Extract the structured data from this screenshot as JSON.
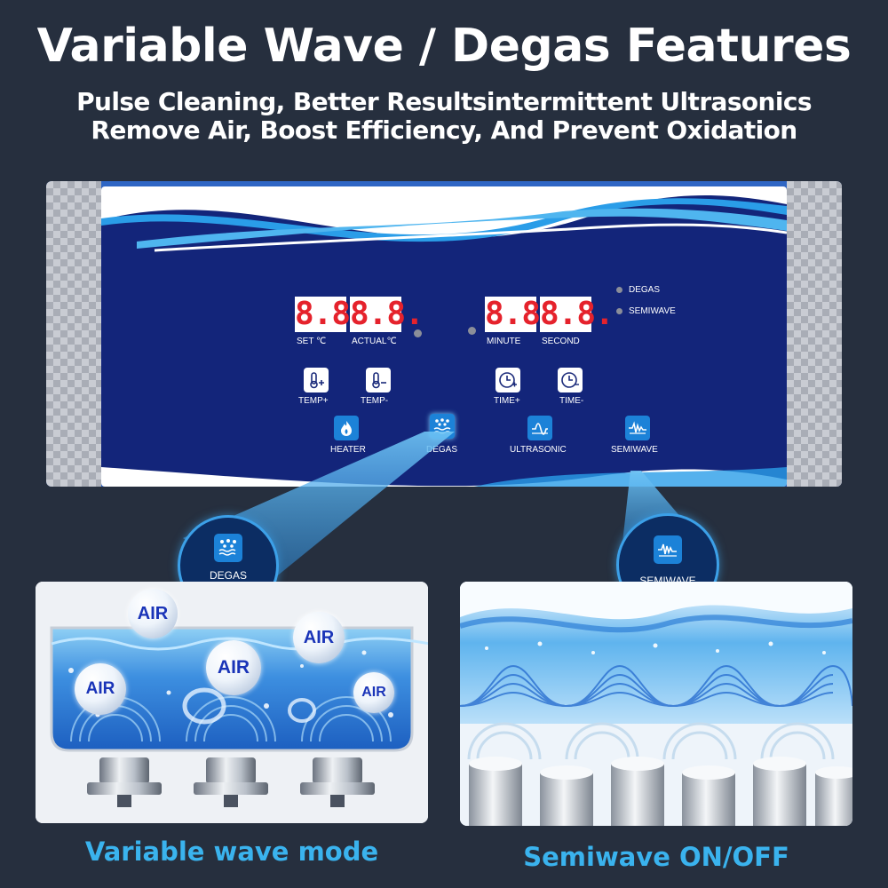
{
  "header": {
    "title": "Variable Wave / Degas Features",
    "subtitle_line1": "Pulse Cleaning, Better Resultsintermittent Ultrasonics",
    "subtitle_line2": "Remove Air, Boost Efficiency, And Prevent Oxidation"
  },
  "panel": {
    "display_temp_set": "8.8.",
    "display_temp_actual": "8.8.",
    "display_minute": "8.8.",
    "display_second": "8.8.",
    "label_set": "SET ℃",
    "label_actual": "ACTUAL℃",
    "label_minute": "MINUTE",
    "label_second": "SECOND",
    "indicator_degas": "DEGAS",
    "indicator_semiwave": "SEMIWAVE",
    "buttons": {
      "temp_plus": "TEMP+",
      "temp_minus": "TEMP-",
      "time_plus": "TIME+",
      "time_minus": "TIME-",
      "heater": "HEATER",
      "degas": "DEGAS",
      "ultrasonic": "ULTRASONIC",
      "semiwave": "SEMIWAVE"
    }
  },
  "zoom": {
    "degas_label": "DEGAS",
    "semiwave_label": "SEMIWAVE"
  },
  "left_photo": {
    "bubbles": [
      "AIR",
      "AIR",
      "AIR",
      "AIR",
      "AIR"
    ],
    "caption": "Variable wave mode"
  },
  "right_photo": {
    "caption": "Semiwave ON/OFF"
  },
  "colors": {
    "background": "#262f3e",
    "panel_face": "#13257a",
    "accent_blue": "#1c82d8",
    "caption_blue": "#3ab3ee",
    "display_red": "#e5222c"
  }
}
